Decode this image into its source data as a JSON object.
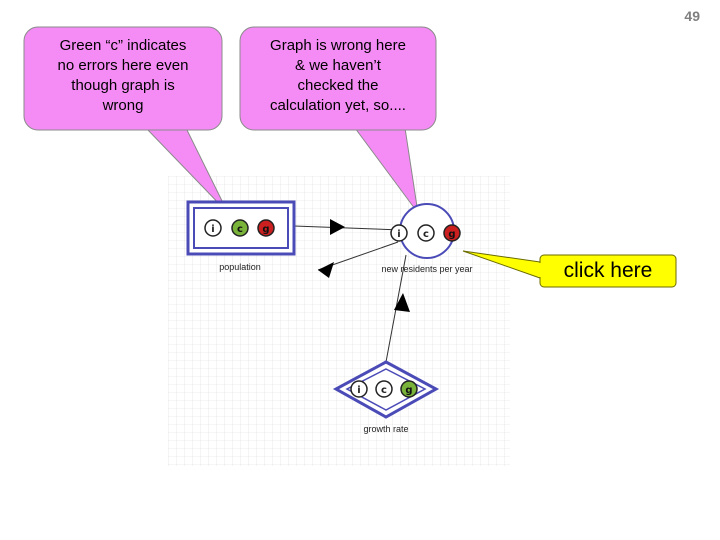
{
  "slide": {
    "number": "49"
  },
  "callouts": {
    "green_c": {
      "lines": [
        "Green “c” indicates",
        "no errors here even",
        "though graph is",
        "wrong"
      ]
    },
    "graph_wrong": {
      "lines": [
        "Graph is wrong here",
        "& we haven’t",
        "checked the",
        "calculation yet, so...."
      ]
    },
    "click_here": {
      "text": "click here"
    }
  },
  "diagram": {
    "nodes": {
      "population": {
        "label": "population",
        "badges": [
          "i",
          "c",
          "g"
        ]
      },
      "new_residents": {
        "label": "new residents per year",
        "badges": [
          "i",
          "c",
          "g"
        ]
      },
      "growth_rate": {
        "label": "growth rate",
        "badges": [
          "i",
          "c",
          "g"
        ]
      }
    }
  },
  "colors": {
    "callout_fill": "#f58cf5",
    "click_fill": "#ffff00",
    "badge_green": "#7ab33a",
    "badge_red": "#cc1f1f",
    "node_border": "#4b4bb8"
  }
}
